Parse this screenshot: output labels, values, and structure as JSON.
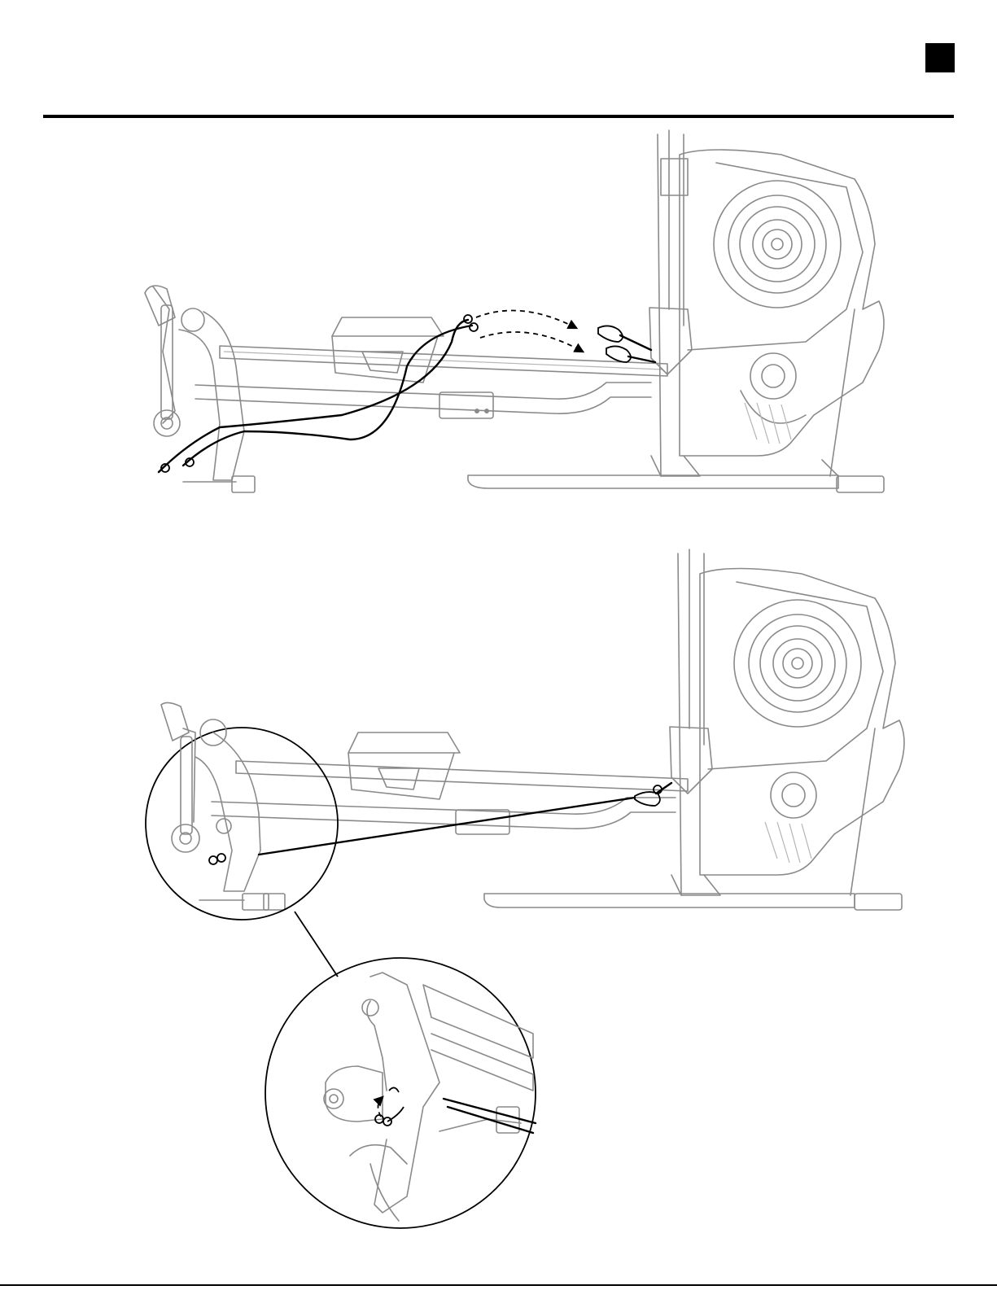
{
  "page": {
    "corner_tab_color": "#000000",
    "rule_color": "#000000",
    "line_art_color": "#8a8a8a"
  },
  "figures": {
    "top_illustration_icon": "rower-cable-routing-step",
    "bottom_illustration_icon": "rower-cable-attached-step",
    "detail_callout_icon": "magnified-clip-detail"
  }
}
